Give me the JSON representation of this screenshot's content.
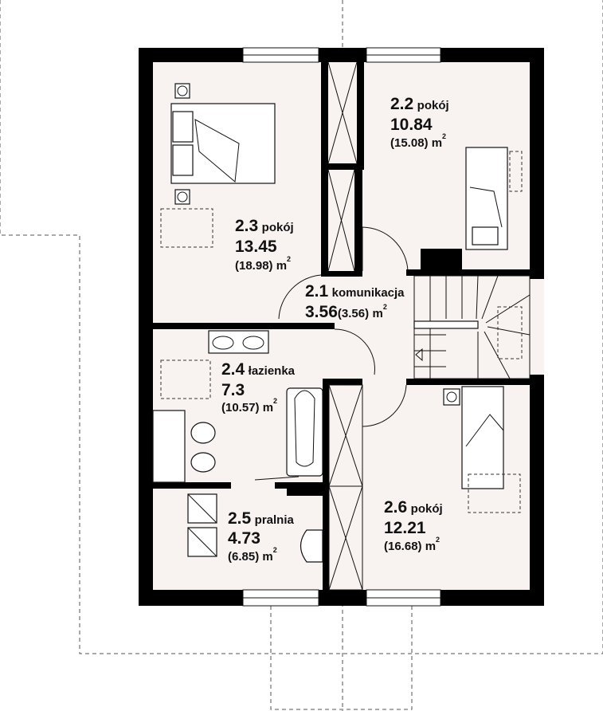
{
  "plan": {
    "colors": {
      "floor": "#f8f3f1",
      "wall": "#000000",
      "outline": "#555555"
    },
    "area_unit": "m",
    "area_exp": "2",
    "rooms": [
      {
        "id": "2.1",
        "name": "komunikacja",
        "area": "3.56",
        "gross": "(3.56)"
      },
      {
        "id": "2.2",
        "name": "pokój",
        "area": "10.84",
        "gross": "(15.08)"
      },
      {
        "id": "2.3",
        "name": "pokój",
        "area": "13.45",
        "gross": "(18.98)"
      },
      {
        "id": "2.4",
        "name": "łazienka",
        "area": "7.3",
        "gross": "(10.57)"
      },
      {
        "id": "2.5",
        "name": "pralnia",
        "area": "4.73",
        "gross": "(6.85)"
      },
      {
        "id": "2.6",
        "name": "pokój",
        "area": "12.21",
        "gross": "(16.68)"
      }
    ]
  }
}
